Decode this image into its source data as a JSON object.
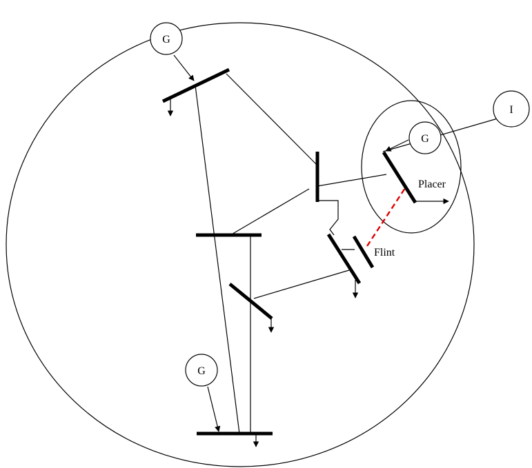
{
  "nodes": {
    "generator_symbol": "G",
    "interconnection_symbol": "I"
  },
  "labels": {
    "placer": "Placer",
    "flint": "Flint"
  },
  "colors": {
    "line": "#000000",
    "tie_line": "#e00000",
    "background": "#ffffff"
  }
}
